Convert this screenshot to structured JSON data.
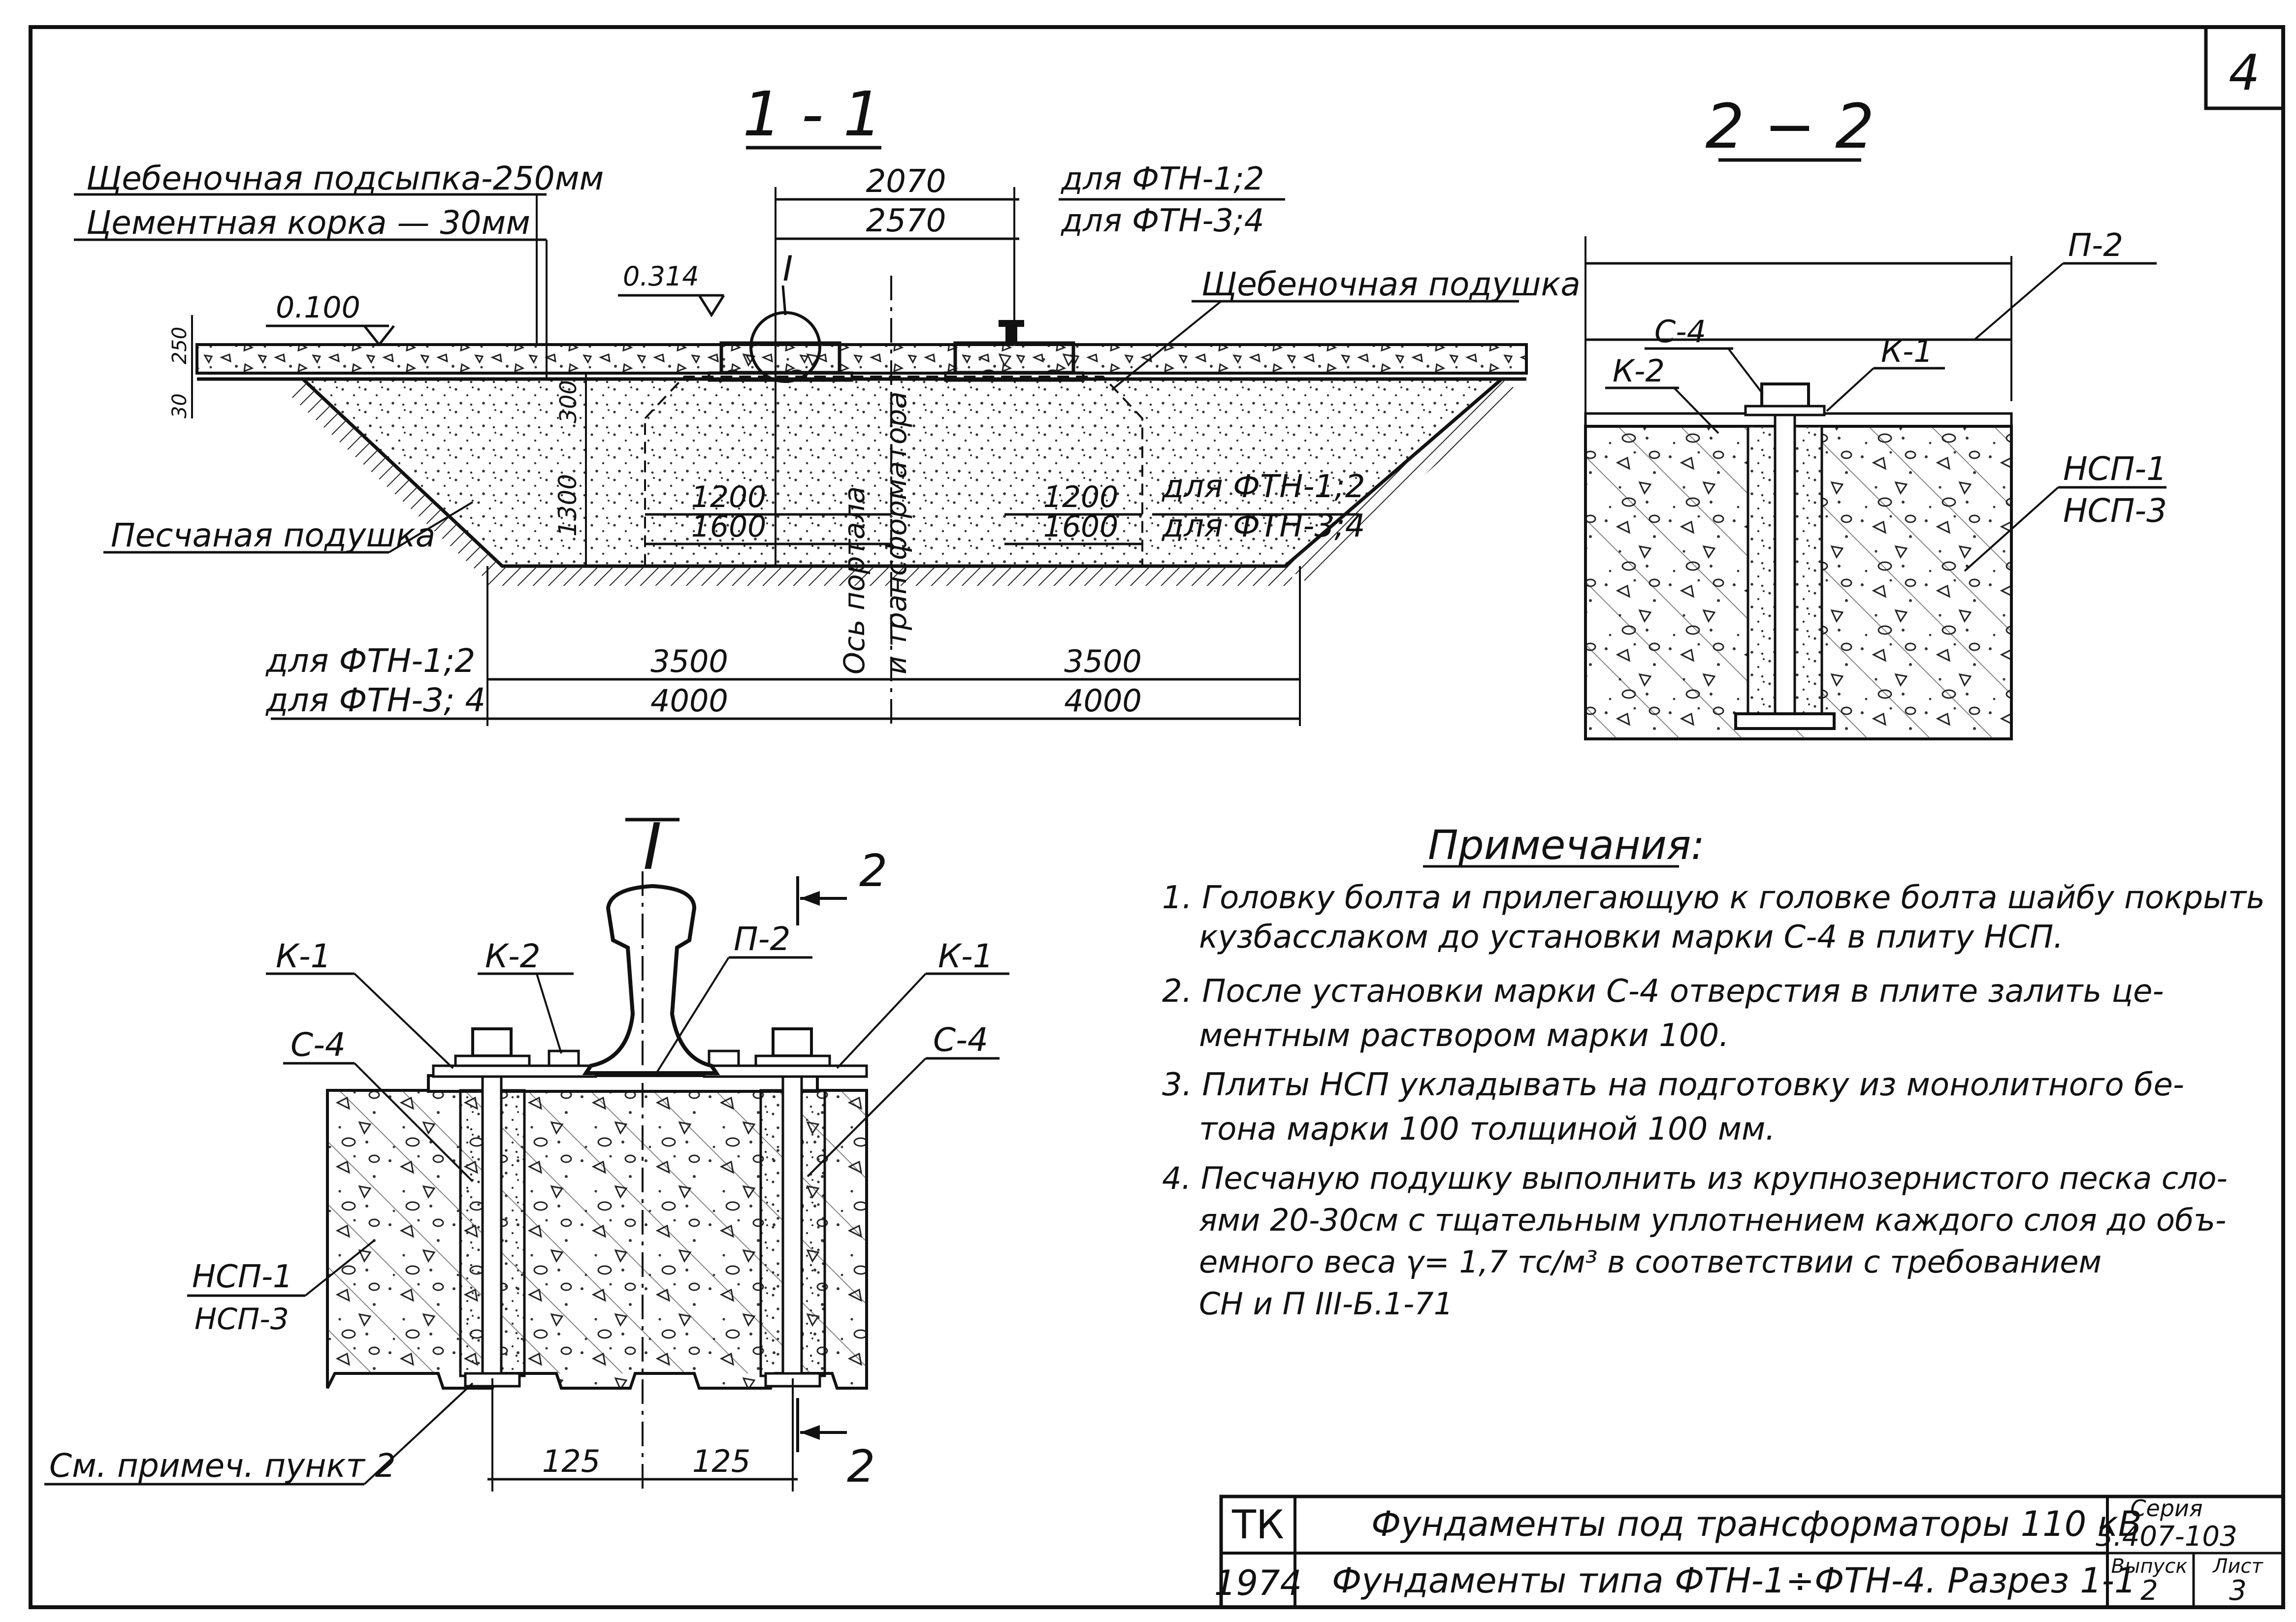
{
  "sheet": {
    "number": "4"
  },
  "section_1_1": {
    "title": "1 - 1",
    "layer_crushed_stone": "Щебеночная подсыпка-250мм",
    "layer_cement_crust": "Цементная корка      — 30мм",
    "mark_0100": "0.100",
    "mark_0314": "0.314",
    "callout_I": "I",
    "dim_2070": "2070",
    "dim_2570": "2570",
    "for_ftn12_top": "для   ФТН-1;2",
    "for_ftn34_top": "для   ФТН-3;4",
    "crushed_cushion": "Щебеночная подушка",
    "dim_250": "250",
    "dim_30": "30",
    "dim_300": "300",
    "dim_1300": "1300",
    "dim_1200_left": "1200",
    "dim_1600_left": "1600",
    "dim_1200_right": "1200",
    "dim_1600_right": "1600",
    "for_ftn12_mid": "для ФТН-1;2",
    "for_ftn34_mid": "для ФТН-3;4",
    "sand_cushion": "Песчаная подушка",
    "axis_line1": "Ось портала",
    "axis_line2": "и трансформатора",
    "for_ftn12_bottom": "для ФТН-1;2",
    "for_ftn34_bottom": "для ФТН-3; 4",
    "dim_3500_left": "3500",
    "dim_3500_right": "3500",
    "dim_4000_left": "4000",
    "dim_4000_right": "4000"
  },
  "section_2_2": {
    "title": "2 − 2",
    "label_p2": "П-2",
    "label_c4": "С-4",
    "label_k2": "К-2",
    "label_k1": "К-1",
    "label_nsp1": "НСП-1",
    "label_nsp3": "НСП-3"
  },
  "detail_I": {
    "title": "I",
    "section_mark_top": "2",
    "section_mark_bottom": "2",
    "label_k1_left": "К-1",
    "label_k2": "К-2",
    "label_p2": "П-2",
    "label_k1_right": "К-1",
    "label_c4_left": "С-4",
    "label_c4_right": "С-4",
    "label_nsp1": "НСП-1",
    "label_nsp3": "НСП-3",
    "see_note": "См. примеч. пункт 2",
    "dim_125_left": "125",
    "dim_125_right": "125"
  },
  "notes": {
    "heading": "Примечания:",
    "lines": [
      "1. Головку болта и прилегающую к головке болта шайбу покрыть",
      "кузбасслаком до установки марки С-4 в плиту НСП.",
      "2. После установки марки С-4 отверстия в плите залить це-",
      "ментным раствором марки 100.",
      "3. Плиты НСП укладывать на подготовку из монолитного бе-",
      "тона   марки 100   толщиной 100 мм.",
      "4. Песчаную подушку выполнить из крупнозернистого песка сло-",
      "ями 20-30см с тщательным уплотнением каждого слоя до объ-",
      "емного веса γ= 1,7 тс/м³ в соответствии с требованием",
      "СН и П III-Б.1-71"
    ]
  },
  "title_block": {
    "org": "ТК",
    "year": "1974",
    "title_main": "Фундаменты под трансформаторы 110 кВ",
    "title_sub": "Фундаменты типа ФТН-1÷ФТН-4. Разрез 1-1",
    "series_label": "Серия",
    "series_value": "3.407-103",
    "issue_label": "Выпуск",
    "issue_value": "2",
    "sheet_label": "Лист",
    "sheet_value": "3"
  }
}
